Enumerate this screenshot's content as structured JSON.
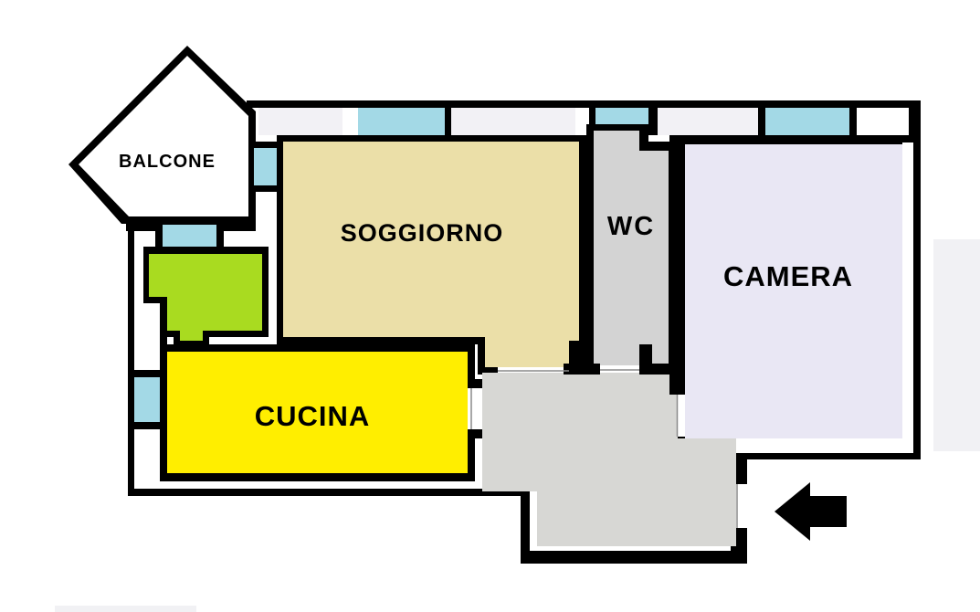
{
  "plan": {
    "title": "apartment-floor-plan",
    "rooms": [
      {
        "name": "balcone",
        "label": "BALCONE",
        "fill": "#ffffff"
      },
      {
        "name": "soggiorno",
        "label": "SOGGIORNO",
        "fill": "#ebdfa8"
      },
      {
        "name": "wc",
        "label": "WC",
        "fill": "#d3d3d3"
      },
      {
        "name": "camera",
        "label": "CAMERA",
        "fill": "#e9e7f4"
      },
      {
        "name": "cucina",
        "label": "CUCINA",
        "fill": "#ffee00"
      },
      {
        "name": "green-room",
        "label": "",
        "fill": "#a9db20"
      },
      {
        "name": "hallway",
        "label": "",
        "fill": "#d7d7d4"
      }
    ],
    "colors": {
      "wall": "#000000",
      "window": "#a3d9e6",
      "background": "#ffffff",
      "wall_texture": "#f2f1f5",
      "artifact": "#f1f1f4",
      "label": "#000000",
      "arrow": "#000000",
      "threshold": "#8a8a8a"
    },
    "arrow_direction": "left"
  }
}
